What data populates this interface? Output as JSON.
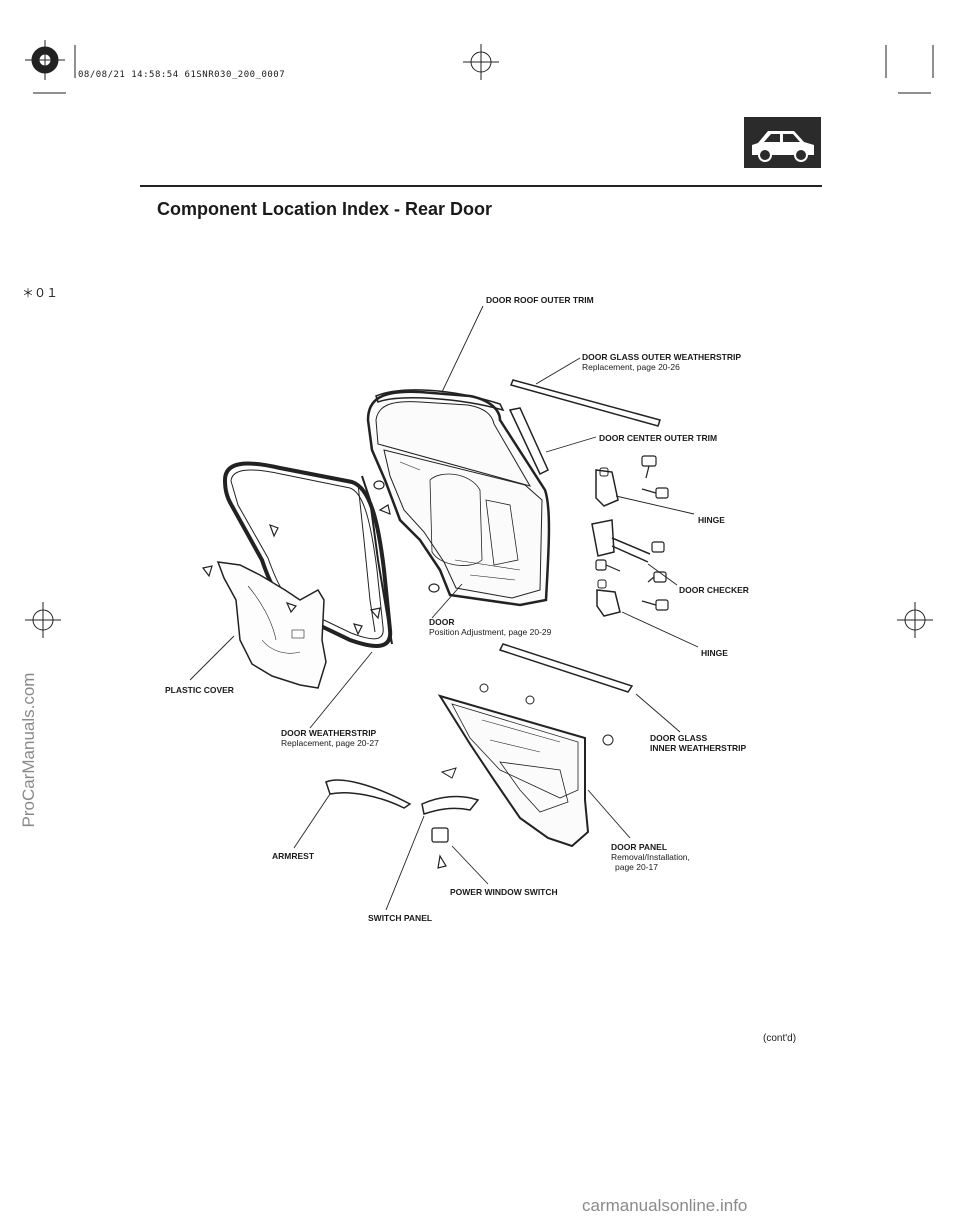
{
  "header": {
    "stamp": "08/08/21 14:58:54 61SNR030_200_0007",
    "title": "Component Location Index - Rear Door",
    "page_ref": "＊０１"
  },
  "icons": [
    "car-icon",
    "registration-mark-icon",
    "crop-mark-icon"
  ],
  "labels": {
    "roof_trim": "DOOR ROOF OUTER TRIM",
    "glass_outer": "DOOR GLASS OUTER WEATHERSTRIP",
    "glass_outer_ref": "Replacement, page 20-26",
    "center_trim": "DOOR CENTER OUTER TRIM",
    "hinge_upper": "HINGE",
    "checker": "DOOR CHECKER",
    "hinge_lower": "HINGE",
    "door": "DOOR",
    "door_ref": "Position Adjustment, page 20-29",
    "plastic_cover": "PLASTIC COVER",
    "weatherstrip": "DOOR WEATHERSTRIP",
    "weatherstrip_ref": "Replacement, page 20-27",
    "glass_inner_1": "DOOR GLASS",
    "glass_inner_2": "INNER WEATHERSTRIP",
    "armrest": "ARMREST",
    "door_panel": "DOOR PANEL",
    "door_panel_ref_1": "Removal/Installation,",
    "door_panel_ref_2": "page 20-17",
    "power_window_switch": "POWER WINDOW SWITCH",
    "switch_panel": "SWITCH PANEL"
  },
  "footer": {
    "contd": "(cont'd)"
  },
  "watermarks": {
    "side": "ProCarManuals.com",
    "bottom": "carmanualsonline.info"
  }
}
